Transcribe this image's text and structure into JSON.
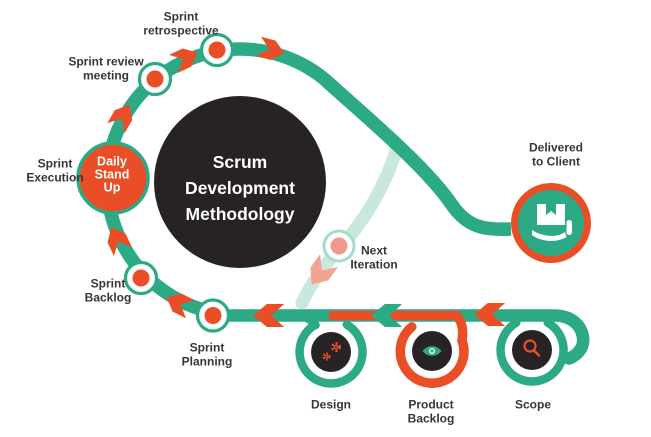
{
  "title": "Scrum Development Methodology",
  "colors": {
    "teal": "#2BAA85",
    "orange_red": "#EA4E27",
    "dark_circle": "#272324",
    "faded_track": "#C8E8DC",
    "faded_node_ring": "#A5DCC8",
    "faded_node_dot": "#F0998A",
    "faded_arrow": "#F3A393",
    "label_text": "#3a3534",
    "center_text": "#ffffff"
  },
  "center": {
    "lines": [
      "Scrum",
      "Development",
      "Methodology"
    ]
  },
  "cycle_stages": {
    "sprint_retrospective": {
      "lines": [
        "Sprint",
        "retrospective"
      ]
    },
    "sprint_review_meeting": {
      "lines": [
        "Sprint review",
        "meeting"
      ]
    },
    "sprint_execution": {
      "lines": [
        "Sprint",
        "Execution"
      ]
    },
    "daily_stand_up": {
      "lines": [
        "Daily",
        "Stand",
        "Up"
      ]
    },
    "sprint_backlog": {
      "lines": [
        "Sprint",
        "Backlog"
      ]
    },
    "sprint_planning": {
      "lines": [
        "Sprint",
        "Planning"
      ]
    }
  },
  "branches": {
    "next_iteration": {
      "lines": [
        "Next",
        "Iteration"
      ]
    },
    "delivered_to_client": {
      "lines": [
        "Delivered",
        "to Client"
      ]
    }
  },
  "pipeline_steps": {
    "design": {
      "lines": [
        "Design"
      ]
    },
    "product_backlog": {
      "lines": [
        "Product",
        "Backlog"
      ]
    },
    "scope": {
      "lines": [
        "Scope"
      ]
    }
  },
  "icons": {
    "delivered_to_client": "hand-holding-box-icon",
    "design": "gears-icon",
    "product_backlog": "eye-icon",
    "scope": "magnifying-glass-icon"
  }
}
